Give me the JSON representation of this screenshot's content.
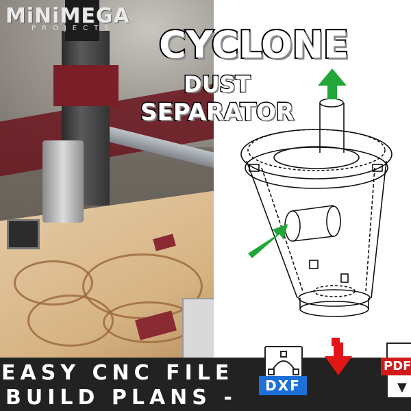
{
  "logo": {
    "title": "MiNiMEGA",
    "subtitle": "PROJECTS"
  },
  "title": {
    "main": "CYCLONE",
    "line2": "DUST",
    "line3": "SEPARATOR"
  },
  "banner": {
    "line1": "EASY CNC FILE",
    "line2": "BUILD PLANS -"
  },
  "file_icons": {
    "dxf_label": "DXF",
    "pdf_label": "PDF"
  },
  "colors": {
    "arrow_up": "#22a63a",
    "arrow_in": "#22a63a",
    "arrow_down": "#e11616",
    "banner": "#222222",
    "dxf": "#1e6fd8",
    "pdf": "#d11a1a",
    "machine_red": "#7a1e28"
  },
  "icons": [
    "green-up-arrow-icon",
    "green-inlet-arrow-icon",
    "red-down-arrow-icon",
    "dxf-file-icon",
    "pdf-file-icon"
  ]
}
